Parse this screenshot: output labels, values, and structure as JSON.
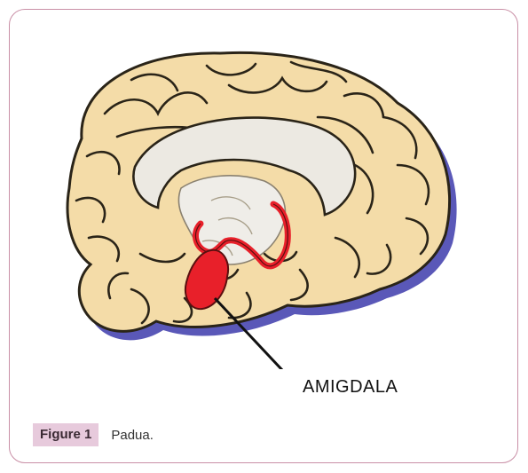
{
  "figure": {
    "label": "Figure 1",
    "caption": "Padua."
  },
  "illustration": {
    "structure_label": "AMIGDALA",
    "colors": {
      "brain_fill": "#f4dca8",
      "outline": "#2a2418",
      "shadow": "#5a58b8",
      "corpus": "#ece9e2",
      "amygdala": "#e8202a",
      "frame": "#c98fa6",
      "tag_bg": "#e7cadc"
    }
  }
}
